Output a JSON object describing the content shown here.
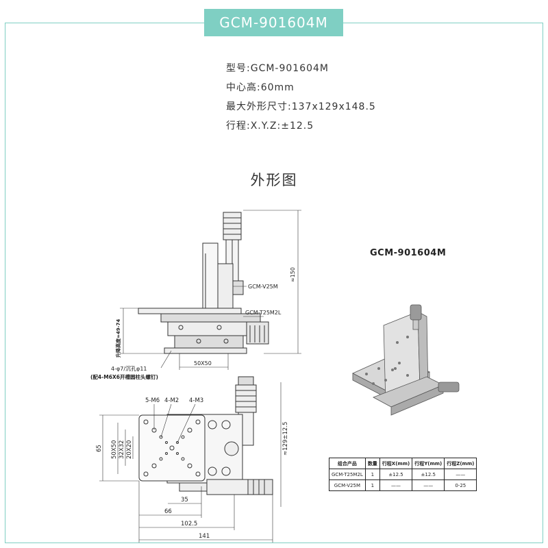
{
  "header": {
    "model": "GCM-901604M"
  },
  "specs": {
    "type": "型号:GCM-901604M",
    "center_height": "中心高:60mm",
    "max_size": "最大外形尺寸:137x129x148.5",
    "travel": "行程:X.Y.Z:±12.5"
  },
  "section": {
    "title": "外形图"
  },
  "front_view": {
    "label_v": "GCM-V25M",
    "label_t": "GCM-T25M2L",
    "dim_height": "≈150",
    "dim_lift": "升降高度≈49-74",
    "dim_holes": "4-φ7/沉孔φ11",
    "dim_holes_note": "(配4-M6X6开槽圆柱头螺钉)",
    "dim_pattern": "50X50"
  },
  "top_view": {
    "label_m6": "5-M6",
    "label_m2": "4-M2",
    "label_m3": "4-M3",
    "dim_65": "65",
    "dim_50": "50X50",
    "dim_32": "32X32",
    "dim_20": "20X20",
    "dim_35": "35",
    "dim_66": "66",
    "dim_1025": "102.5",
    "dim_141": "141",
    "dim_129": "≈129±12.5"
  },
  "render_3d": {
    "model": "GCM-901604M"
  },
  "table": {
    "headers": [
      "组合产品",
      "数量",
      "行程X(mm)",
      "行程Y(mm)",
      "行程Z(mm)"
    ],
    "rows": [
      [
        "GCM-T25M2L",
        "1",
        "±12.5",
        "±12.5",
        "——"
      ],
      [
        "GCM-V25M",
        "1",
        "——",
        "——",
        "0-25"
      ]
    ]
  }
}
